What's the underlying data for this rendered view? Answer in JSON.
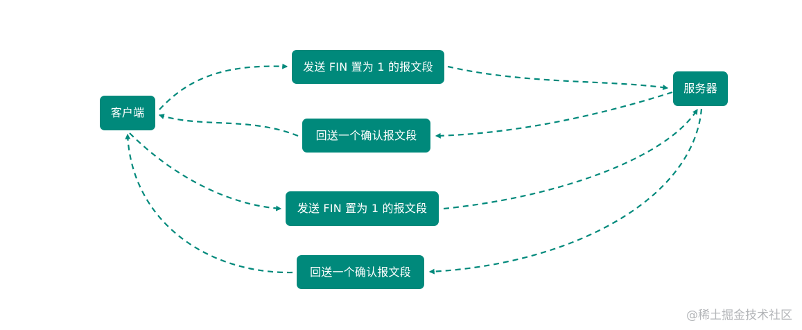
{
  "colors": {
    "node_fill": "#00897b",
    "node_text": "#ffffff",
    "edge": "#00897b",
    "watermark": "#b3b5b8"
  },
  "nodes": {
    "client": "客户端",
    "server": "服务器",
    "msg1": "发送 FIN 置为 1 的报文段",
    "msg2": "回送一个确认报文段",
    "msg3": "发送 FIN 置为 1 的报文段",
    "msg4": "回送一个确认报文段"
  },
  "edges": [
    {
      "from": "client",
      "to": "msg1",
      "style": "dashed"
    },
    {
      "from": "msg1",
      "to": "server",
      "style": "dashed"
    },
    {
      "from": "server",
      "to": "msg2",
      "style": "dashed"
    },
    {
      "from": "msg2",
      "to": "client",
      "style": "dashed"
    },
    {
      "from": "client",
      "to": "msg3",
      "style": "dashed"
    },
    {
      "from": "msg3",
      "to": "server",
      "style": "dashed"
    },
    {
      "from": "server",
      "to": "msg4",
      "style": "dashed"
    },
    {
      "from": "msg4",
      "to": "client",
      "style": "dashed"
    }
  ],
  "watermark": "@稀土掘金技术社区"
}
